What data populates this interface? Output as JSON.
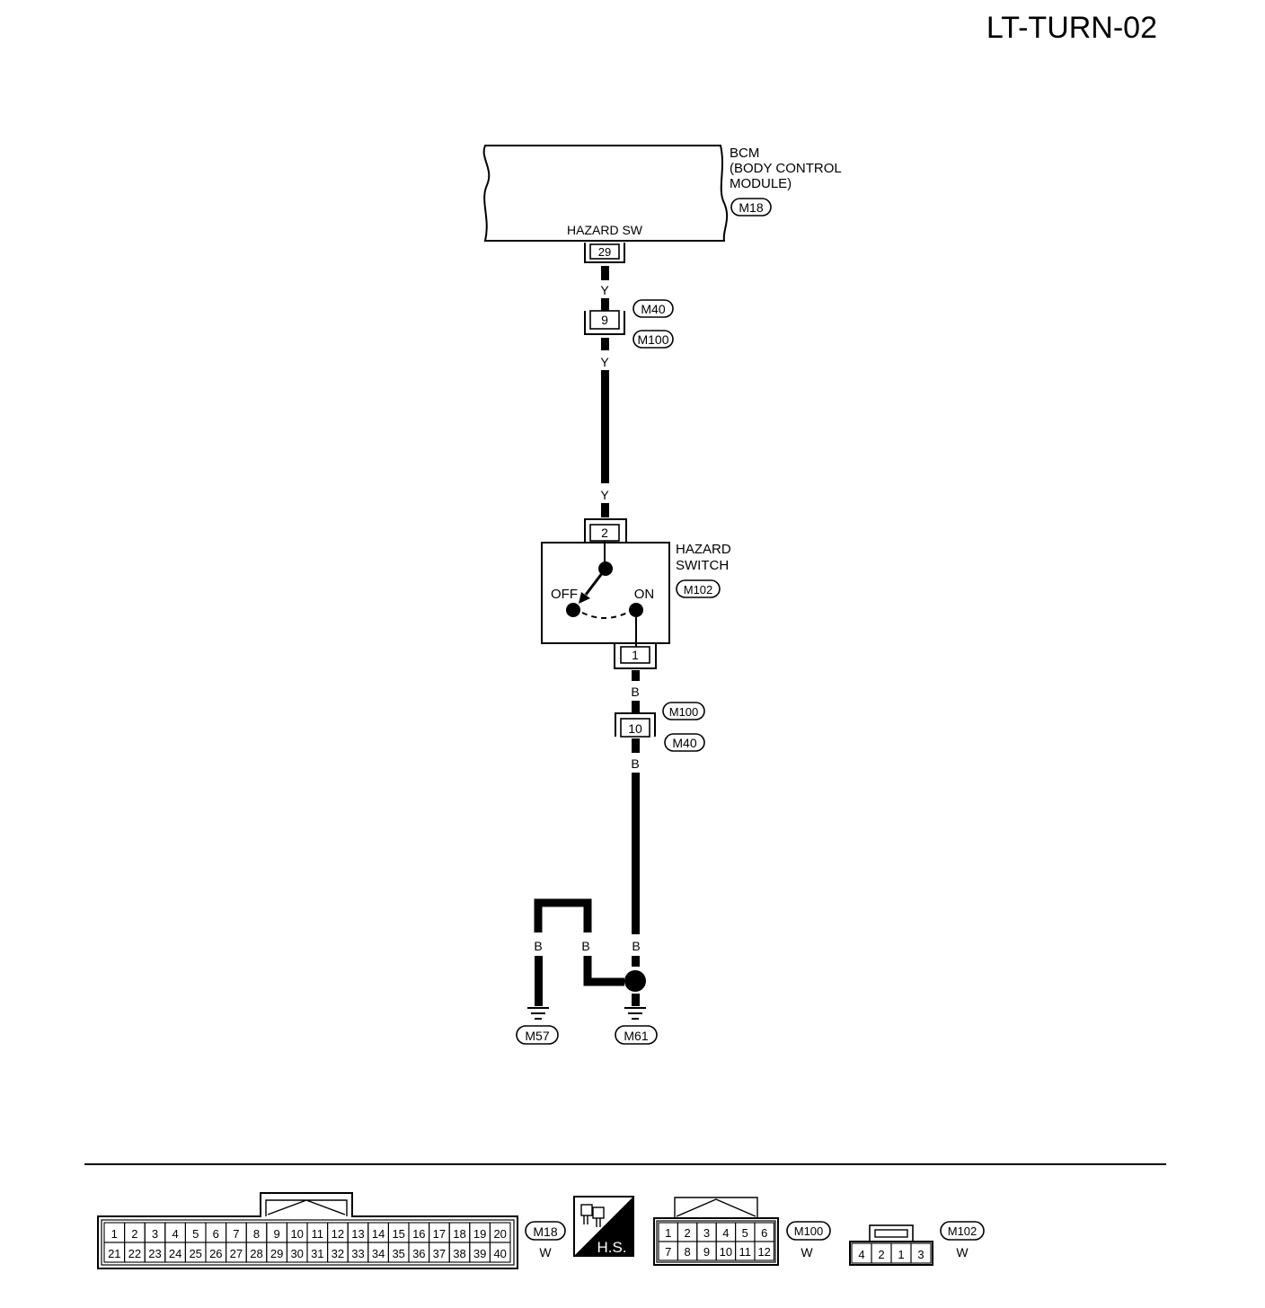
{
  "page": {
    "code": "LT-TURN-02"
  },
  "bcm": {
    "lines": [
      "BCM",
      "(BODY CONTROL",
      "MODULE)"
    ],
    "connector": "M18",
    "terminal_label": "HAZARD SW",
    "terminal": "29"
  },
  "joint_upper": {
    "terminal": "9",
    "connector_top": "M40",
    "connector_bottom": "M100"
  },
  "joint_lower": {
    "terminal": "10",
    "connector_top": "M100",
    "connector_bottom": "M40"
  },
  "wire_colors": {
    "upper": "Y",
    "lower": "B"
  },
  "hazard_switch": {
    "lines": [
      "HAZARD",
      "SWITCH"
    ],
    "connector": "M102",
    "terminal_top": "2",
    "terminal_bottom": "1",
    "pos_off": "OFF",
    "pos_on": "ON"
  },
  "grounds": {
    "left": "M57",
    "right": "M61"
  },
  "legend": {
    "m18": {
      "label": "M18",
      "color": "W",
      "row1": [
        "1",
        "2",
        "3",
        "4",
        "5",
        "6",
        "7",
        "8",
        "9",
        "10",
        "11",
        "12",
        "13",
        "14",
        "15",
        "16",
        "17",
        "18",
        "19",
        "20"
      ],
      "row2": [
        "21",
        "22",
        "23",
        "24",
        "25",
        "26",
        "27",
        "28",
        "29",
        "30",
        "31",
        "32",
        "33",
        "34",
        "35",
        "36",
        "37",
        "38",
        "39",
        "40"
      ]
    },
    "hs_text": "H.S.",
    "m100": {
      "label": "M100",
      "color": "W",
      "row1": [
        "1",
        "2",
        "3",
        "4",
        "5",
        "6"
      ],
      "row2": [
        "7",
        "8",
        "9",
        "10",
        "11",
        "12"
      ]
    },
    "m102": {
      "label": "M102",
      "color": "W",
      "row1": [
        "4",
        "2",
        "1",
        "3"
      ]
    }
  }
}
